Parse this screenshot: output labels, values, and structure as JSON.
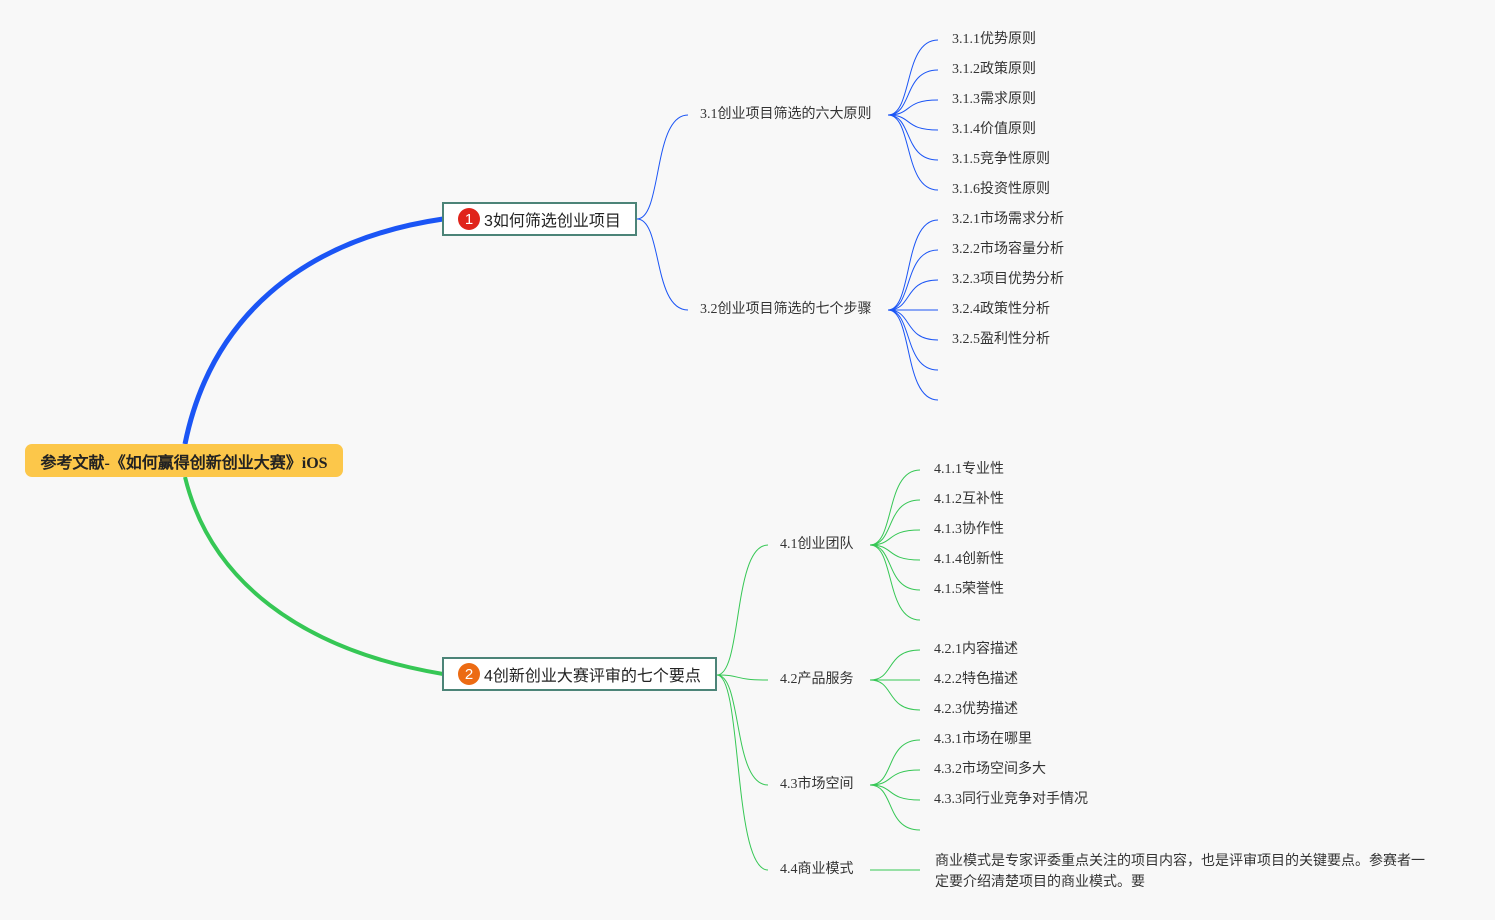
{
  "root": {
    "label": "参考文献-《如何赢得创新创业大赛》iOS"
  },
  "colors": {
    "branch1": "#1b55f5",
    "branch2": "#36c755",
    "root_fill": "#fcc74a",
    "badge1": "#e0241b",
    "badge2": "#ec6b13"
  },
  "branches": [
    {
      "badge": "1",
      "label": "3如何筛选创业项目",
      "children": [
        {
          "label": "3.1创业项目筛选的六大原则",
          "children": [
            "3.1.1优势原则",
            "3.1.2政策原则",
            "3.1.3需求原则",
            "3.1.4价值原则",
            "3.1.5竞争性原则",
            "3.1.6投资性原则"
          ]
        },
        {
          "label": "3.2创业项目筛选的七个步骤",
          "children": [
            "3.2.1市场需求分析",
            "3.2.2市场容量分析",
            "3.2.3项目优势分析",
            "3.2.4政策性分析",
            "3.2.5盈利性分析",
            "",
            ""
          ]
        }
      ]
    },
    {
      "badge": "2",
      "label": "4创新创业大赛评审的七个要点",
      "children": [
        {
          "label": "4.1创业团队",
          "children": [
            "4.1.1专业性",
            "4.1.2互补性",
            "4.1.3协作性",
            "4.1.4创新性",
            "4.1.5荣誉性",
            ""
          ]
        },
        {
          "label": "4.2产品服务",
          "children": [
            "4.2.1内容描述",
            "4.2.2特色描述",
            "4.2.3优势描述"
          ]
        },
        {
          "label": "4.3市场空间",
          "children": [
            "4.3.1市场在哪里",
            "4.3.2市场空间多大",
            "4.3.3同行业竞争对手情况",
            ""
          ]
        },
        {
          "label": "4.4商业模式",
          "children": [
            "商业模式是专家评委重点关注的项目内容，也是评审项目的关键要点。参赛者一定要介绍清楚项目的商业模式。要"
          ]
        }
      ]
    }
  ]
}
